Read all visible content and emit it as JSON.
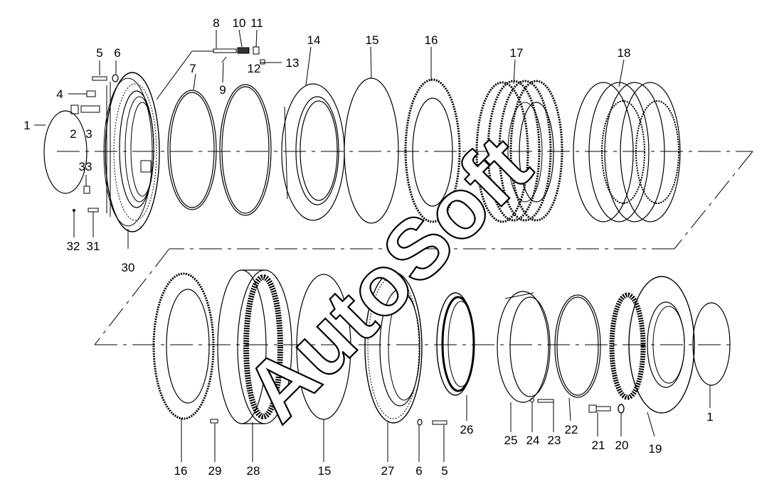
{
  "labels": {
    "l1a": "1",
    "l2": "2",
    "l3": "3",
    "l4": "4",
    "l5a": "5",
    "l6a": "6",
    "l7": "7",
    "l8": "8",
    "l9": "9",
    "l10": "10",
    "l11": "11",
    "l12": "12",
    "l13": "13",
    "l14": "14",
    "l15a": "15",
    "l16a": "16",
    "l17": "17",
    "l18": "18",
    "l30": "30",
    "l31": "31",
    "l32": "32",
    "l33": "33",
    "l16b": "16",
    "l29": "29",
    "l28": "28",
    "l15b": "15",
    "l27": "27",
    "l6b": "6",
    "l5b": "5",
    "l26": "26",
    "l25": "25",
    "l24": "24",
    "l23": "23",
    "l22": "22",
    "l21": "21",
    "l20": "20",
    "l19": "19",
    "l1b": "1"
  },
  "watermark": "AutoSoft",
  "colors": {
    "line": "#000000",
    "background": "#ffffff"
  }
}
